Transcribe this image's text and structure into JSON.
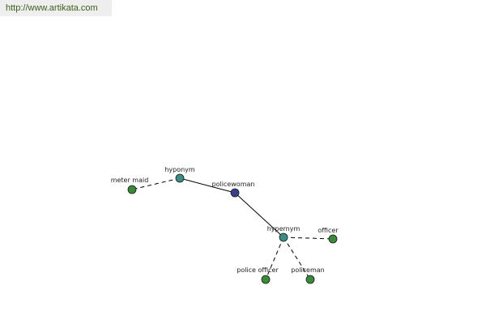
{
  "source_url": "http://www.artikata.com",
  "colors": {
    "url_bar_bg": "#eeeeee",
    "url_text": "#3b5f1b",
    "center_node": "#3b3f8c",
    "relation_node": "#3a8c84",
    "term_node": "#3a8a3a",
    "edge": "#000000"
  },
  "graph": {
    "nodes": [
      {
        "id": "policewoman",
        "label": "policewoman",
        "kind": "center-node"
      },
      {
        "id": "hyponym",
        "label": "hyponym",
        "kind": "relation-node"
      },
      {
        "id": "hypernym",
        "label": "hypernym",
        "kind": "relation-node"
      },
      {
        "id": "meter-maid",
        "label": "meter maid",
        "kind": "term-node"
      },
      {
        "id": "officer",
        "label": "officer",
        "kind": "term-node"
      },
      {
        "id": "police-officer",
        "label": "police officer",
        "kind": "term-node"
      },
      {
        "id": "policeman",
        "label": "policeman",
        "kind": "term-node"
      }
    ],
    "edges": [
      {
        "from": "policewoman",
        "to": "hyponym",
        "style": "solid"
      },
      {
        "from": "policewoman",
        "to": "hypernym",
        "style": "solid"
      },
      {
        "from": "hyponym",
        "to": "meter-maid",
        "style": "dashed"
      },
      {
        "from": "hypernym",
        "to": "officer",
        "style": "dashed"
      },
      {
        "from": "hypernym",
        "to": "police-officer",
        "style": "dashed"
      },
      {
        "from": "hypernym",
        "to": "policeman",
        "style": "dashed"
      }
    ]
  }
}
